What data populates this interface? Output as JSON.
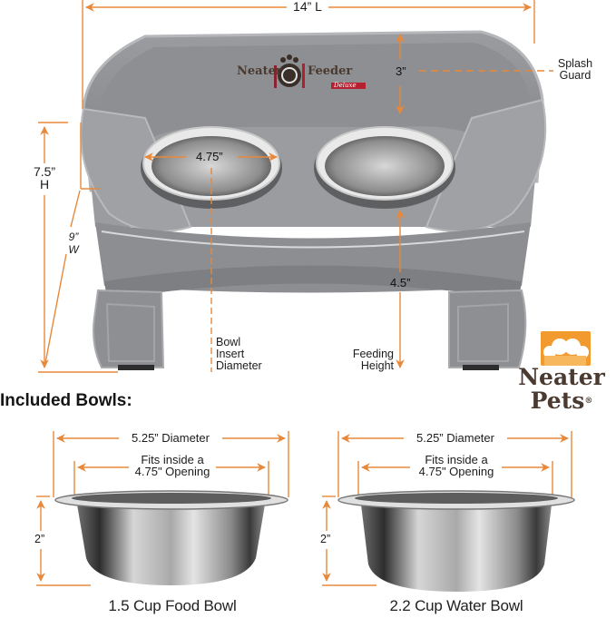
{
  "product": {
    "brand_logo_text": {
      "left": "Neater",
      "right": "Feeder",
      "sub": "Deluxe"
    },
    "dimensions": {
      "length": "14” L",
      "splash_height": "3”",
      "splash_label": [
        "Splash",
        "Guard"
      ],
      "height": "7.5”",
      "height_unit": "H",
      "width": "9”",
      "width_unit": "W",
      "bowl_insert": "4.75”",
      "bowl_insert_label": [
        "Bowl",
        "Insert",
        "Diameter"
      ],
      "feeding_height": "4.5”",
      "feeding_height_label": [
        "Feeding",
        "Height"
      ]
    }
  },
  "company_logo": {
    "line1": "Neater",
    "line2": "Pets",
    "mark": "®"
  },
  "bowls_section": {
    "heading": "Included Bowls:",
    "bowls": [
      {
        "diameter": "5.25” Diameter",
        "fits_line1": "Fits inside a",
        "fits_line2": "4.75\" Opening",
        "height": "2”",
        "caption": "1.5 Cup Food Bowl"
      },
      {
        "diameter": "5.25” Diameter",
        "fits_line1": "Fits inside a",
        "fits_line2": "4.75\" Opening",
        "height": "2”",
        "caption": "2.2 Cup Water Bowl"
      }
    ]
  },
  "colors": {
    "accent_orange": "#e8883a",
    "feeder_gray": "#8e9093",
    "logo_orange": "#f29a2e",
    "logo_brown": "#4a3a30"
  }
}
